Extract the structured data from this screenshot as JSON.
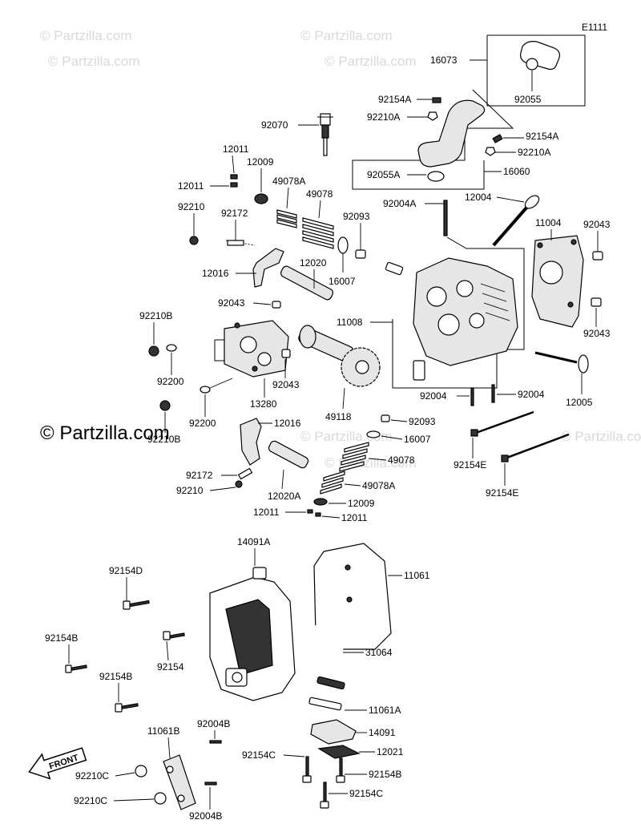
{
  "diagram_code": "E1111",
  "watermark": "© Partzilla.com",
  "front_label": "FRONT",
  "labels": {
    "l16073": "16073",
    "l92055": "92055",
    "l92154A_1": "92154A",
    "l92210A_1": "92210A",
    "l92070": "92070",
    "l92154A_2": "92154A",
    "l92210A_2": "92210A",
    "l92055A": "92055A",
    "l16060": "16060",
    "l12011_1": "12011",
    "l12009_1": "12009",
    "l12011_2": "12011",
    "l49078A_1": "49078A",
    "l49078_1": "49078",
    "l92210_1": "92210",
    "l92172_1": "92172",
    "l92004A": "92004A",
    "l12004": "12004",
    "l92093_1": "92093",
    "l11004": "11004",
    "l92043_1": "92043",
    "l12016_1": "12016",
    "l12020": "12020",
    "l16007_1": "16007",
    "l92043_2": "92043",
    "l11008": "11008",
    "l92043_3": "92043",
    "l92210B_1": "92210B",
    "l92200_1": "92200",
    "l92043_4": "92043",
    "l13280": "13280",
    "l12005": "12005",
    "l92004_1": "92004",
    "l92004_2": "92004",
    "l92210B_2": "92210B",
    "l92200_2": "92200",
    "l49118": "49118",
    "l12016_2": "12016",
    "l92093_2": "92093",
    "l16007_2": "16007",
    "l92154E_1": "92154E",
    "l49078_2": "49078",
    "l92172_2": "92172",
    "l92210_2": "92210",
    "l49078A_2": "49078A",
    "l92154E_2": "92154E",
    "l12020A": "12020A",
    "l12009_2": "12009",
    "l12011_3": "12011",
    "l12011_4": "12011",
    "l14091A": "14091A",
    "l11061": "11061",
    "l92154D": "92154D",
    "l92154B_1": "92154B",
    "l92154": "92154",
    "l31064": "31064",
    "l92154B_2": "92154B",
    "l11061A": "11061A",
    "l11061B": "11061B",
    "l92004B_1": "92004B",
    "l14091": "14091",
    "l92154C_1": "92154C",
    "l12021": "12021",
    "l92210C_1": "92210C",
    "l92154B_3": "92154B",
    "l92210C_2": "92210C",
    "l92154C_2": "92154C",
    "l92004B_2": "92004B"
  }
}
